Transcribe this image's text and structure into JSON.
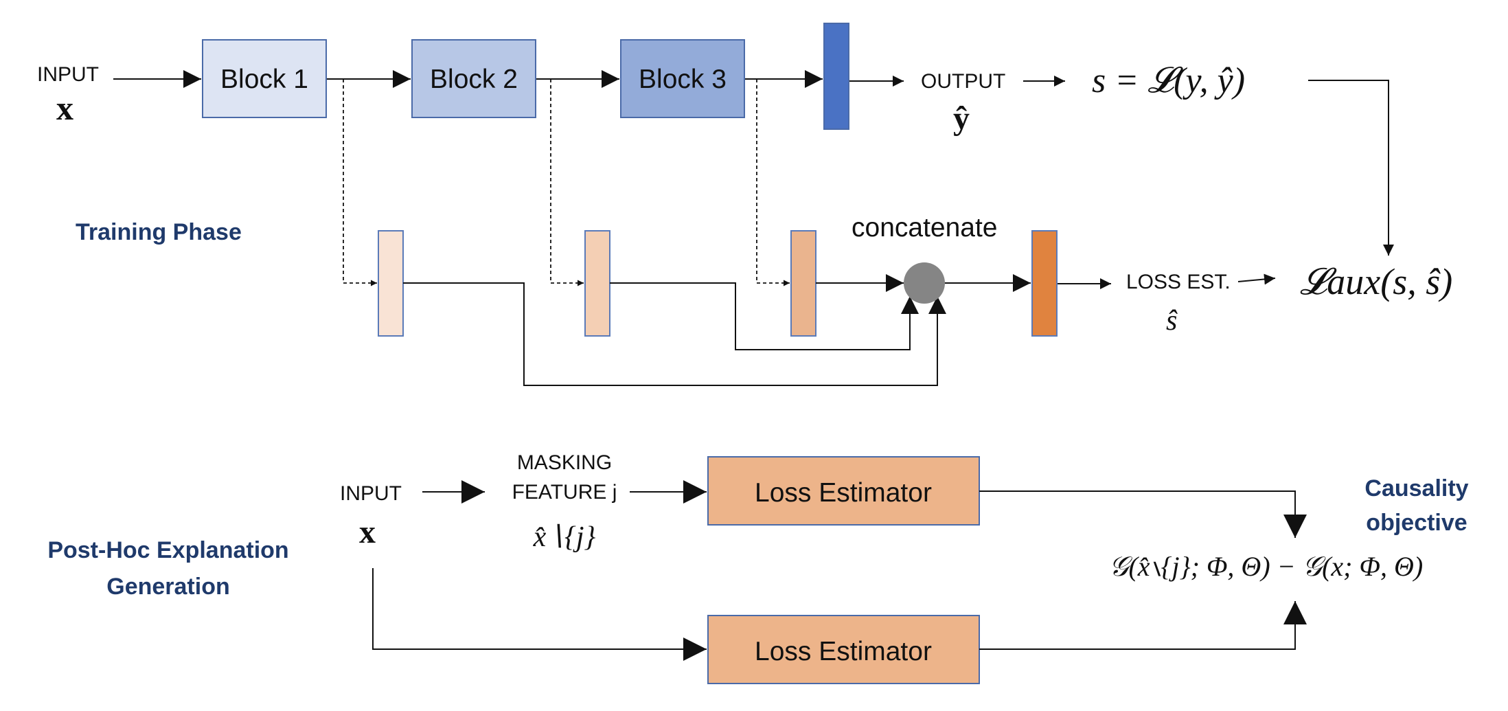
{
  "training": {
    "phase_label": "Training Phase",
    "input_label": "INPUT",
    "input_symbol": "x",
    "blocks": [
      "Block 1",
      "Block 2",
      "Block 3"
    ],
    "output_label": "OUTPUT",
    "output_symbol": "ŷ",
    "loss_formula": "s = 𝓛(y, ŷ)",
    "concat_label": "concatenate",
    "loss_est_label": "LOSS EST.",
    "loss_est_symbol": "ŝ",
    "aux_loss": "𝓛aux(s, ŝ)"
  },
  "posthoc": {
    "phase_label_line1": "Post-Hoc Explanation",
    "phase_label_line2": "Generation",
    "input_label": "INPUT",
    "input_symbol": "x",
    "masking_line1": "MASKING",
    "masking_line2": "FEATURE j",
    "masked_symbol": "x̂∖{j}",
    "estimator_top": "Loss Estimator",
    "estimator_bottom": "Loss Estimator",
    "causality_line1": "Causality",
    "causality_line2": "objective",
    "objective_formula": "𝒢(x̂∖{j}; Φ, Θ) − 𝒢(x; Φ, Θ)"
  },
  "colors": {
    "block1": "#dde4f3",
    "block2": "#b7c7e6",
    "block3": "#93abd9",
    "output_bar": "#4a72c4",
    "block_border": "#4a6aa8",
    "est1": "#f9e3d5",
    "est2": "#f4cfb4",
    "est3": "#eab48e",
    "final_est": "#e0833f",
    "est_border": "#5a7ab8",
    "concat_node": "#858585",
    "loss_estimator": "#edb48a",
    "loss_estimator_border": "#4a6aa8",
    "phase_text": "#1f3a6b"
  }
}
